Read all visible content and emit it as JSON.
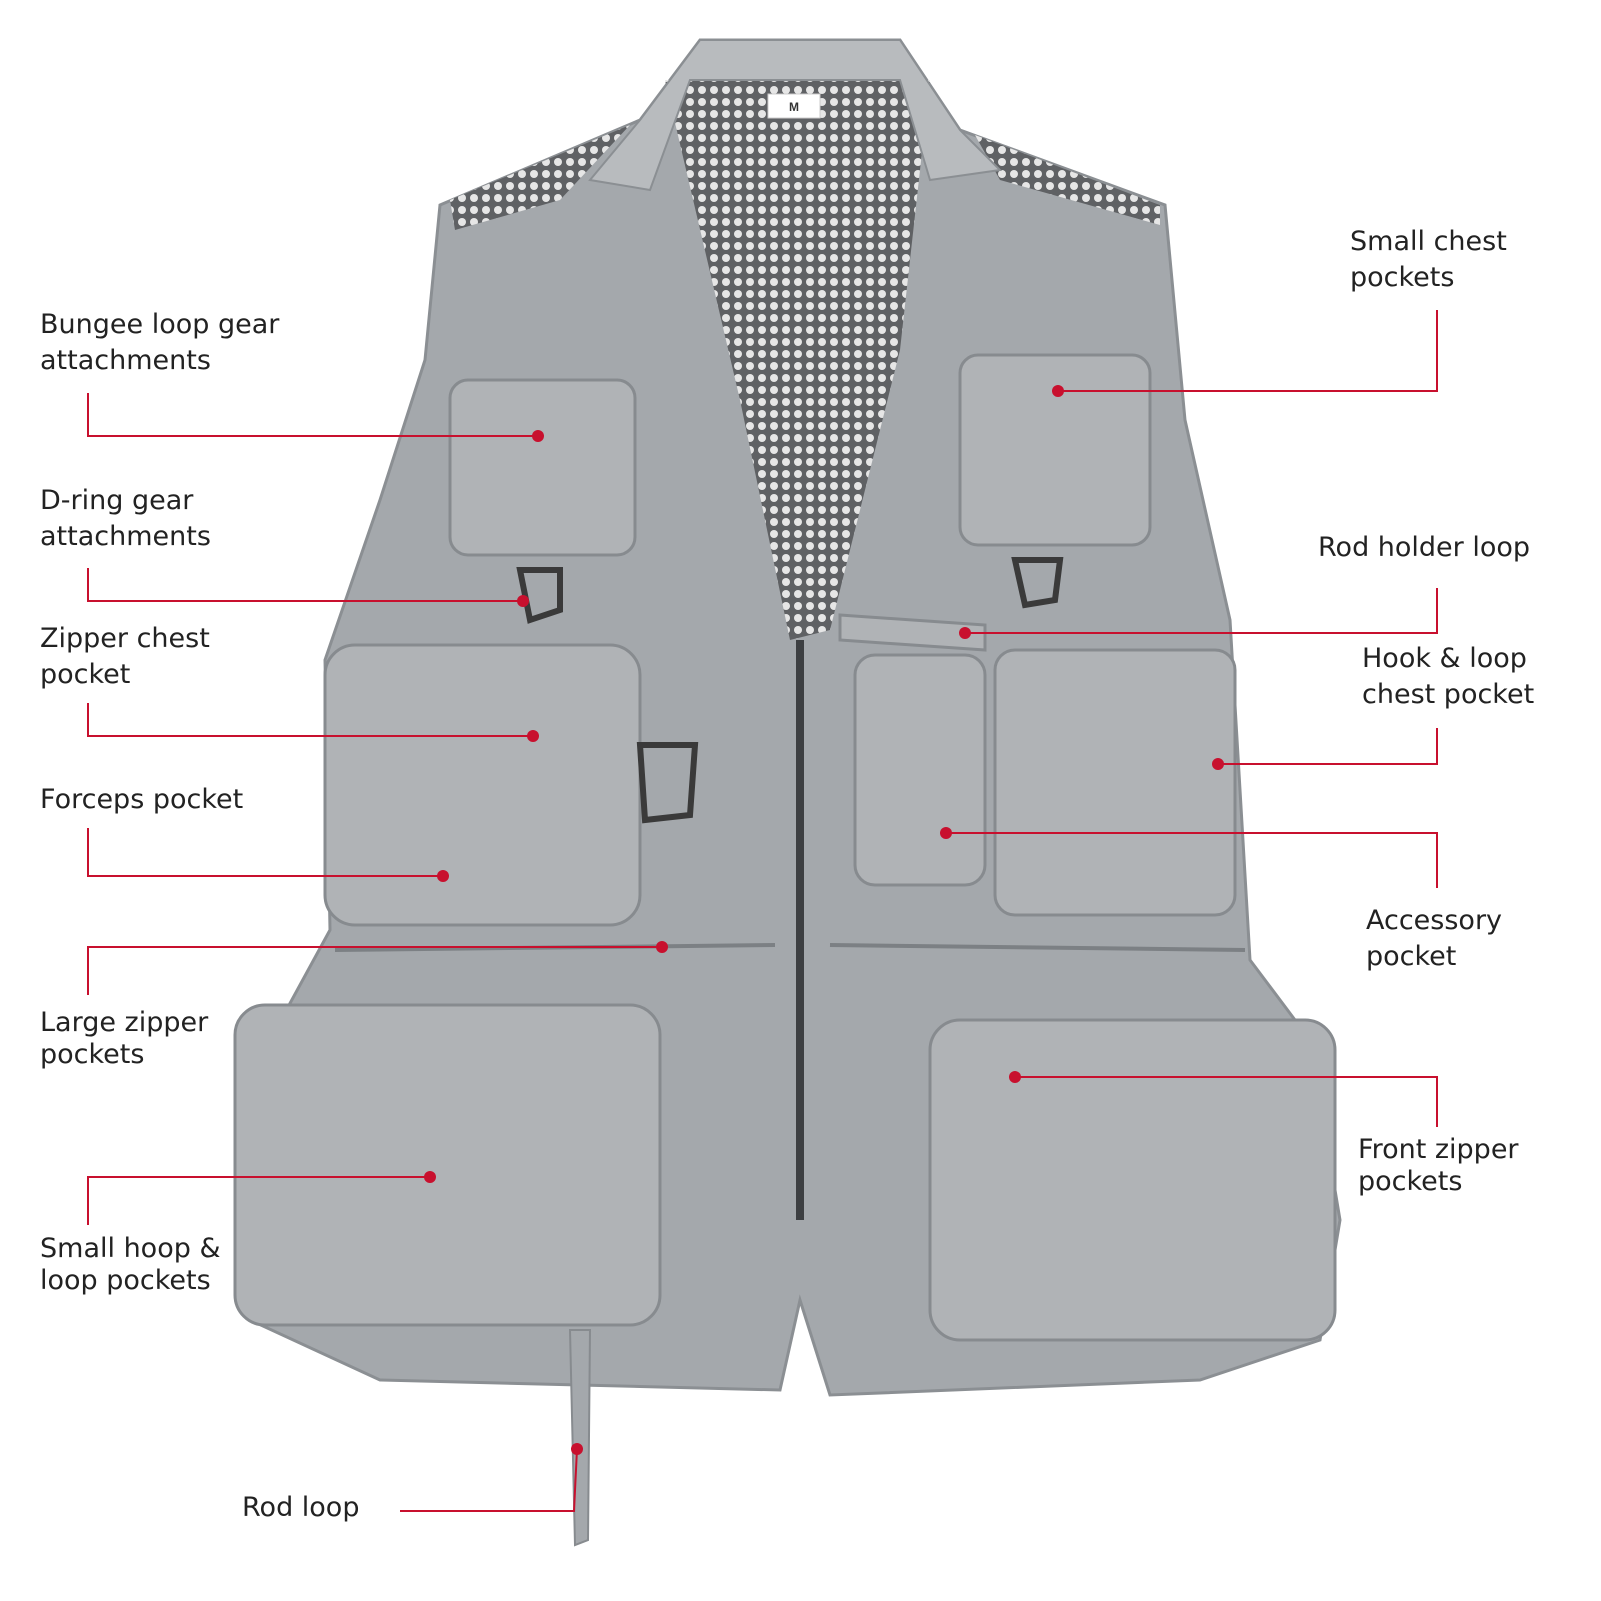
{
  "size_tag": "M",
  "colors": {
    "leader": "#c8102e",
    "vest": "#9ea2a6",
    "vest_dark": "#7f8387",
    "mesh": "#6d6f72",
    "text": "#222222"
  },
  "labels": {
    "bungee": [
      "Bungee loop gear",
      "attachments"
    ],
    "dring": [
      "D-ring gear",
      "attachments"
    ],
    "zipper_chest": [
      "Zipper chest",
      "pocket"
    ],
    "forceps": [
      "Forceps pocket"
    ],
    "large_zipper": [
      "Large zipper",
      "pockets"
    ],
    "small_hoop": [
      "Small hoop &",
      "loop pockets"
    ],
    "rod_loop": [
      "Rod loop"
    ],
    "small_chest": [
      "Small chest",
      "pockets"
    ],
    "rod_holder": [
      "Rod holder loop"
    ],
    "hook_loop": [
      "Hook & loop",
      "chest pocket"
    ],
    "accessory": [
      "Accessory",
      "pocket"
    ],
    "front_zipper": [
      "Front zipper",
      "pockets"
    ]
  }
}
